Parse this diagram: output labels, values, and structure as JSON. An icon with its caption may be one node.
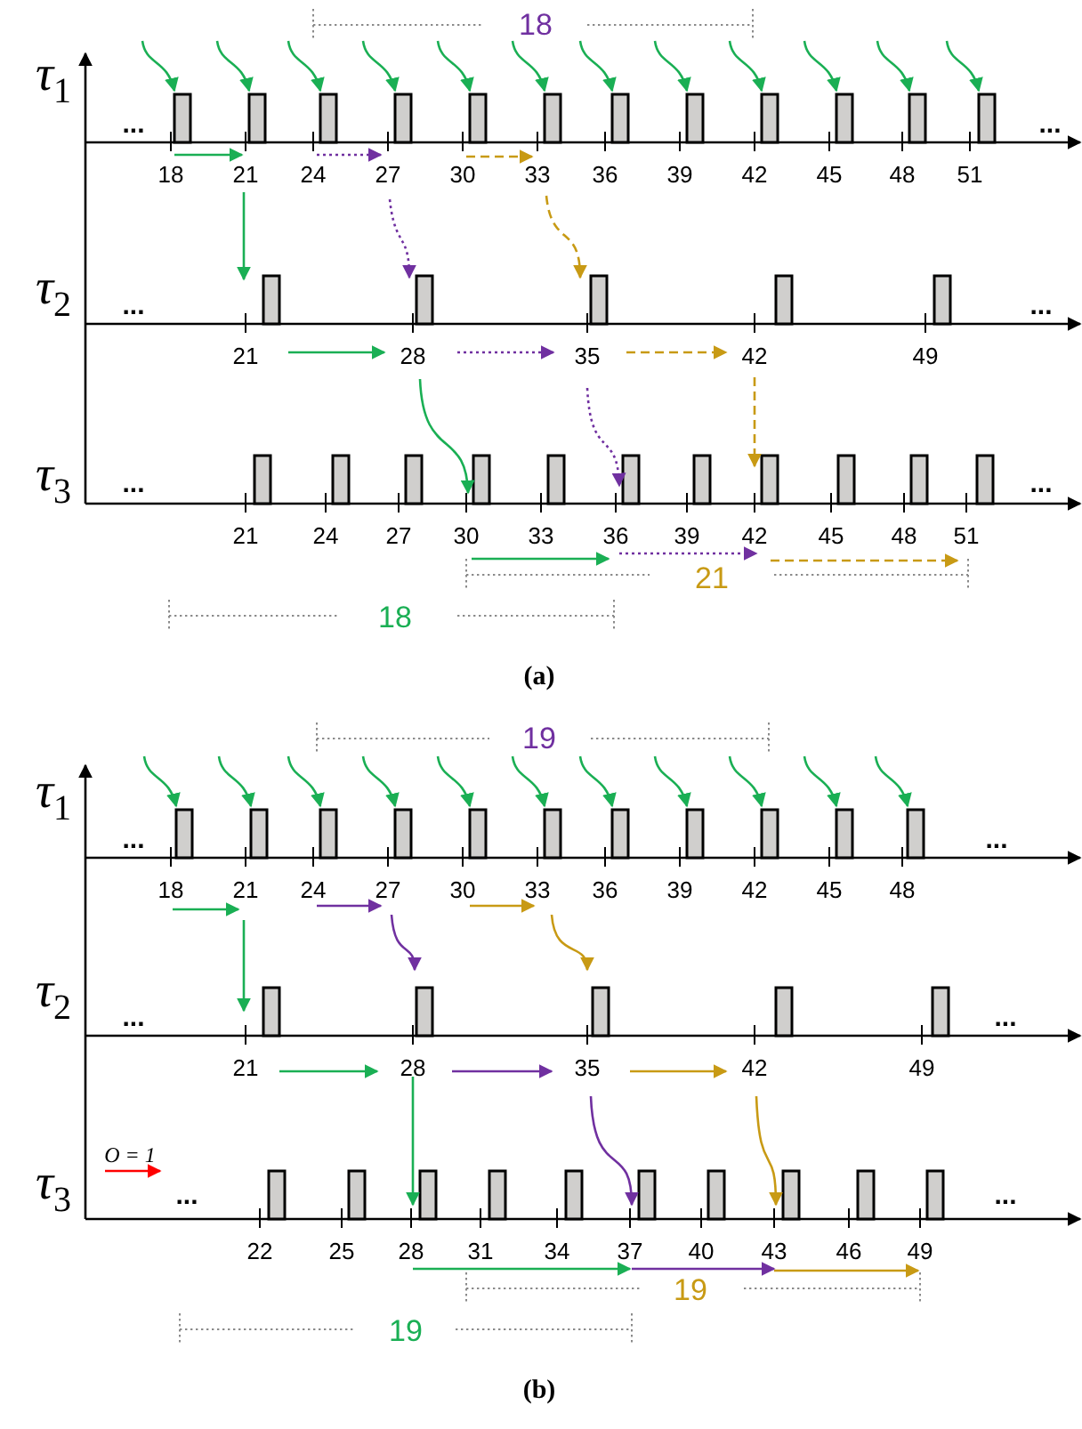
{
  "diagram": {
    "labels": [
      "18",
      "τ$_{1}$",
      "...",
      "18",
      "21",
      "24",
      "27",
      "30",
      "33",
      "36",
      "39",
      "42",
      "45",
      "48",
      "51",
      "...",
      "τ$_{2}$",
      "...",
      "21",
      "28",
      "35",
      "42",
      "49",
      "...",
      "τ$_{3}$",
      "...",
      "21",
      "24",
      "27",
      "30",
      "33",
      "36",
      "39",
      "42",
      "45",
      "48",
      "51",
      "...",
      "21",
      "18",
      "(a)",
      "19",
      "τ$_{1}$",
      "...",
      "18",
      "21",
      "24",
      "27",
      "30",
      "33",
      "36",
      "39",
      "42",
      "45",
      "48",
      "...",
      "τ$_{2}$",
      "...",
      "21",
      "28",
      "35",
      "42",
      "49",
      "...",
      "τ$_{3}$",
      "O = 1",
      "...",
      "22",
      "25",
      "28",
      "31",
      "34",
      "37",
      "40",
      "43",
      "46",
      "49",
      "...",
      "19",
      "19",
      "(b)"
    ]
  }
}
